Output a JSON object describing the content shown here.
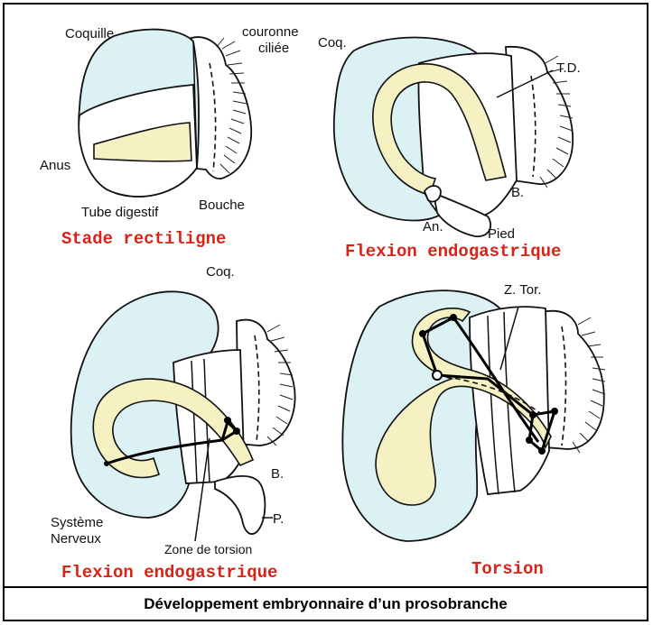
{
  "caption": "Développement embryonnaire d’un prosobranche",
  "panels": {
    "p1": {
      "stage": "Stade rectiligne",
      "labels": {
        "coquille": "Coquille",
        "couronne1": "couronne",
        "couronne2": "ciliée",
        "anus": "Anus",
        "tube": "Tube digestif",
        "bouche": "Bouche"
      }
    },
    "p2": {
      "stage": "Flexion endogastrique",
      "labels": {
        "coq": "Coq.",
        "td": "T.D.",
        "b": "B.",
        "an": "An.",
        "pied": "Pied"
      }
    },
    "p3": {
      "stage": "Flexion endogastrique",
      "labels": {
        "coq": "Coq.",
        "b": "B.",
        "p": "P.",
        "systeme1": "Système",
        "systeme2": "Nerveux",
        "zone": "Zone de torsion"
      }
    },
    "p4": {
      "stage": "Torsion",
      "labels": {
        "ztor": "Z. Tor."
      }
    }
  },
  "colors": {
    "shell": "#dcf1f4",
    "gut": "#f6f1c2",
    "stage_text": "#d62418"
  }
}
